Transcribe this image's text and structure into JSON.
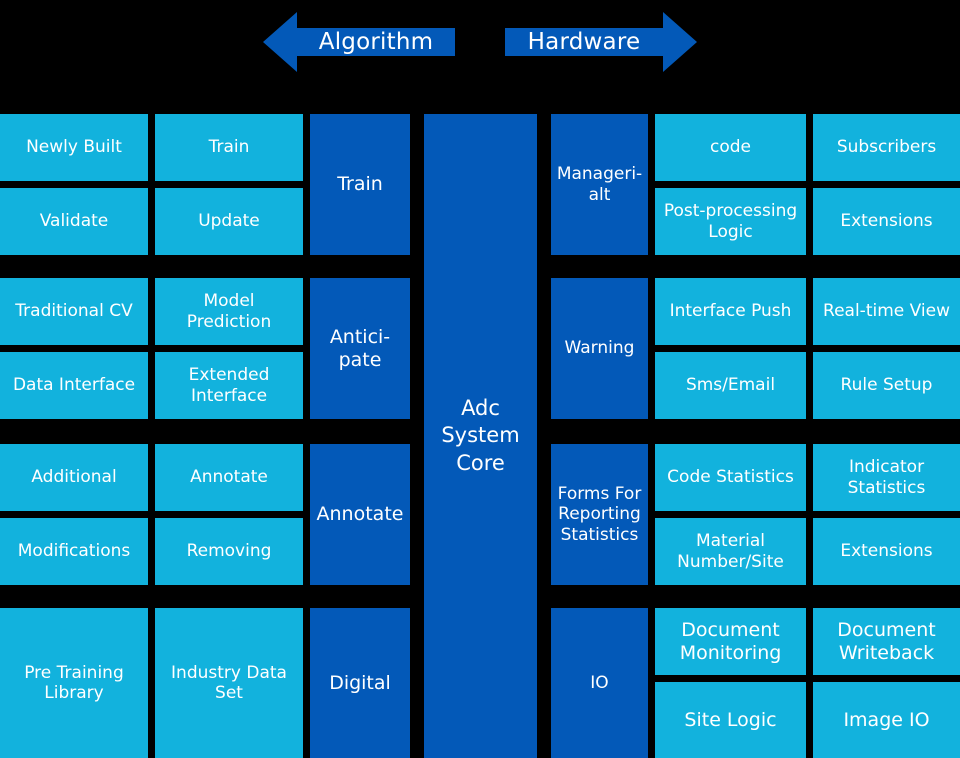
{
  "header": {
    "left_arrow": {
      "label": "Algorithm",
      "direction": "left",
      "color": "#0359b8"
    },
    "right_arrow": {
      "label": "Hardware",
      "direction": "right",
      "color": "#0359b8"
    }
  },
  "core": {
    "label": "Adc System Core",
    "color": "#0359b8"
  },
  "colors": {
    "cyan": "#12b2dd",
    "navy": "#0359b8",
    "background": "#000000",
    "text": "#ffffff"
  },
  "left_rows": [
    {
      "col1_top": "Newly Built",
      "col1_bottom": "Validate",
      "col2_top": "Train",
      "col2_bottom": "Update",
      "col3": "Train"
    },
    {
      "col1_top": "Traditional CV",
      "col1_bottom": "Data Interface",
      "col2_top": "Model Prediction",
      "col2_bottom": "Extended Interface",
      "col3": "Antici-pate"
    },
    {
      "col1_top": "Additional",
      "col1_bottom": "Modifications",
      "col2_top": "Annotate",
      "col2_bottom": "Removing",
      "col3": "Annotate"
    },
    {
      "col1_top": "Pre Training Library",
      "col1_bottom": "",
      "col2_top": "Industry Data Set",
      "col2_bottom": "",
      "col3": "Digital"
    }
  ],
  "right_rows": [
    {
      "col1": "Manageri-alt",
      "col2_top": "code",
      "col2_bottom": "Post-processing Logic",
      "col3_top": "Subscribers",
      "col3_bottom": "Extensions"
    },
    {
      "col1": "Warning",
      "col2_top": "Interface Push",
      "col2_bottom": "Sms/Email",
      "col3_top": "Real-time View",
      "col3_bottom": "Rule Setup"
    },
    {
      "col1": "Forms For Reporting Statistics",
      "col2_top": "Code Statistics",
      "col2_bottom": "Material Number/Site",
      "col3_top": "Indicator Statistics",
      "col3_bottom": "Extensions"
    },
    {
      "col1": "IO",
      "col2_top": "Document Monitoring",
      "col2_bottom": "Site Logic",
      "col3_top": "Document Writeback",
      "col3_bottom": "Image IO"
    }
  ]
}
